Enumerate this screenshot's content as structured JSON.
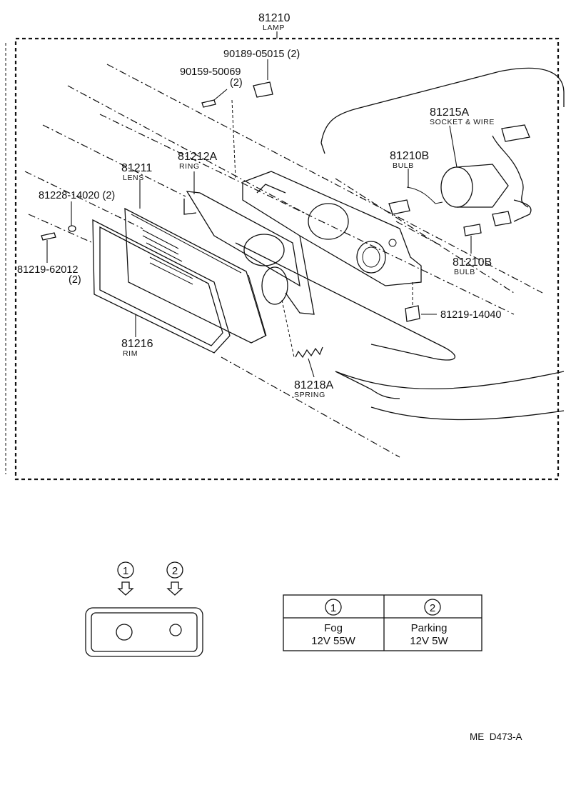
{
  "assembly": {
    "part_no": "81210",
    "name": "LAMP"
  },
  "callouts": {
    "screw_clip": {
      "part_no": "90189-05015",
      "qty": "(2)"
    },
    "screw": {
      "part_no": "90159-50069",
      "qty": "(2)"
    },
    "socket": {
      "part_no": "81215A",
      "name": "SOCKET & WIRE"
    },
    "bulb_upper": {
      "part_no": "81210B",
      "name": "BULB"
    },
    "bulb_lower": {
      "part_no": "81210B",
      "name": "BULB"
    },
    "lens": {
      "part_no": "81211",
      "name": "LENS"
    },
    "ring": {
      "part_no": "81212A",
      "name": "RING"
    },
    "washer": {
      "part_no": "81228-14020",
      "qty": "(2)"
    },
    "screw_rim": {
      "part_no": "81219-62012",
      "qty": "(2)"
    },
    "nut": {
      "part_no": "81219-14040"
    },
    "rim": {
      "part_no": "81216",
      "name": "RIM"
    },
    "spring": {
      "part_no": "81218A",
      "name": "SPRING"
    }
  },
  "legend": {
    "marker_1": "1",
    "marker_2": "2",
    "table": {
      "headers": [
        "1",
        "2"
      ],
      "rows": [
        [
          "Fog",
          "Parking"
        ],
        [
          "12V 55W",
          "12V 5W"
        ]
      ]
    }
  },
  "footer": {
    "code": "ME  D473-A"
  }
}
